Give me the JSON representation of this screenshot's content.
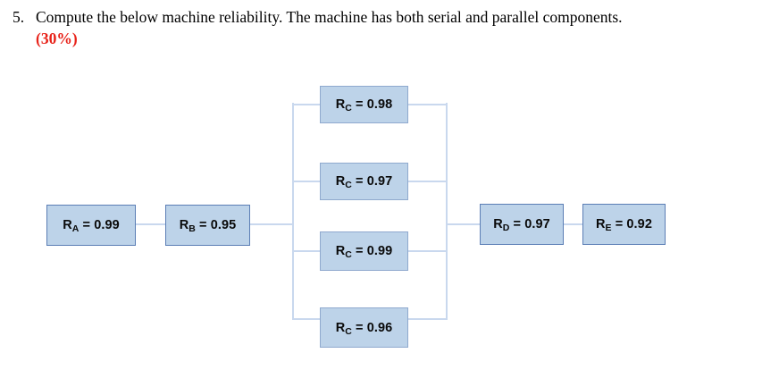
{
  "question": {
    "number": "5.",
    "text": "Compute the below machine reliability. The machine has both serial and parallel components.",
    "marks": "(30%)",
    "marks_color": "#E8231A"
  },
  "diagram": {
    "title": "machine-reliability-block-diagram",
    "colors": {
      "box_fill": "#BDD3E9",
      "serial_border": "#5B7EB5",
      "parallel_border": "#8FA9CE",
      "wire": "#C9D8EE"
    },
    "nodes": [
      {
        "id": "A",
        "group": "serial",
        "label": "R",
        "subscript": "A",
        "equals": " = ",
        "value": "0.99",
        "text": "RA = 0.99"
      },
      {
        "id": "B",
        "group": "serial",
        "label": "R",
        "subscript": "B",
        "equals": " = ",
        "value": "0.95",
        "text": "RB = 0.95"
      },
      {
        "id": "C1",
        "group": "parallel",
        "label": "R",
        "subscript": "C",
        "equals": " = ",
        "value": "0.98",
        "text": "RC = 0.98"
      },
      {
        "id": "C2",
        "group": "parallel",
        "label": "R",
        "subscript": "C",
        "equals": " = ",
        "value": "0.97",
        "text": "RC = 0.97"
      },
      {
        "id": "C3",
        "group": "parallel",
        "label": "R",
        "subscript": "C",
        "equals": " = ",
        "value": "0.99",
        "text": "RC = 0.99"
      },
      {
        "id": "C4",
        "group": "parallel",
        "label": "R",
        "subscript": "C",
        "equals": " = ",
        "value": "0.96",
        "text": "RC = 0.96"
      },
      {
        "id": "D",
        "group": "serial",
        "label": "R",
        "subscript": "D",
        "equals": " = ",
        "value": "0.97",
        "text": "RD = 0.97"
      },
      {
        "id": "E",
        "group": "serial",
        "label": "R",
        "subscript": "E",
        "equals": " = ",
        "value": "0.92",
        "text": "RE = 0.92"
      }
    ]
  }
}
